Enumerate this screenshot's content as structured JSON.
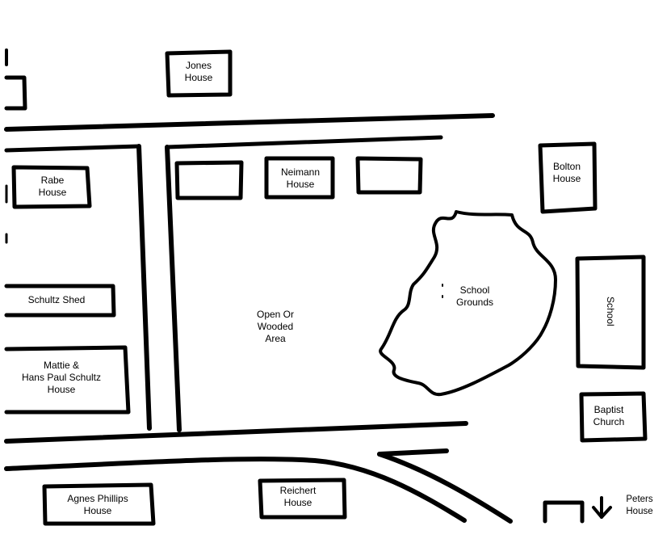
{
  "labels": {
    "jones": "Jones\nHouse",
    "rabe": "Rabe\nHouse",
    "neimann": "Neimann\nHouse",
    "bolton": "Bolton\nHouse",
    "schultz_shed": "Schultz Shed",
    "open_area": "Open Or\nWooded\nArea",
    "school_grounds": "School\nGrounds",
    "school": "School",
    "mattie_hans": "Mattie &\nHans Paul Schultz\nHouse",
    "baptist": "Baptist\nChurch",
    "agnes": "Agnes Phillips\nHouse",
    "reichert": "Reichert\nHouse",
    "peters": "Peters\nHouse"
  },
  "colors": {
    "ink": "#000000",
    "paper": "#ffffff"
  },
  "icons": {
    "peters_direction": "arrow-down-icon"
  }
}
